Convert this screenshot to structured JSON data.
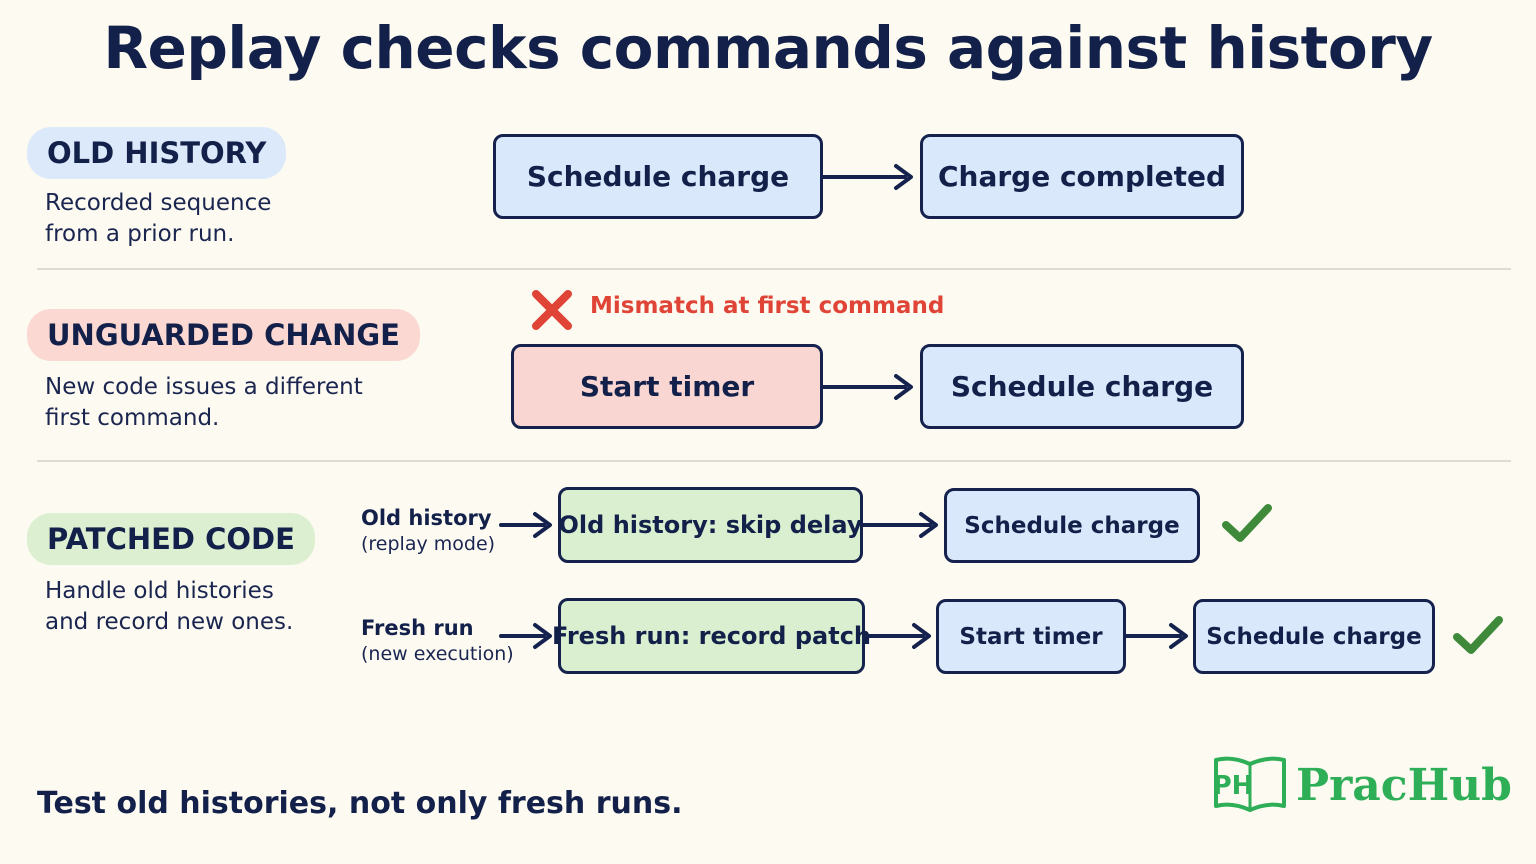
{
  "title": "Replay checks commands against history",
  "sections": {
    "old_history": {
      "label": "OLD HISTORY",
      "desc_line1": "Recorded sequence",
      "desc_line2": "from a prior run.",
      "steps": [
        "Schedule charge",
        "Charge completed"
      ]
    },
    "unguarded": {
      "label": "UNGUARDED CHANGE",
      "desc_line1": "New code issues a different",
      "desc_line2": "first command.",
      "mismatch": "Mismatch at first command",
      "steps": [
        "Start timer",
        "Schedule charge"
      ]
    },
    "patched": {
      "label": "PATCHED CODE",
      "desc_line1": "Handle old histories",
      "desc_line2": "and record new ones.",
      "rows": [
        {
          "label": "Old history",
          "sublabel": "(replay mode)",
          "steps": [
            "Old history: skip delay",
            "Schedule charge"
          ]
        },
        {
          "label": "Fresh run",
          "sublabel": "(new execution)",
          "steps": [
            "Fresh run: record patch",
            "Start timer",
            "Schedule charge"
          ]
        }
      ]
    }
  },
  "footer": "Test old histories, not only fresh runs.",
  "logo": {
    "text": "PracHub",
    "mark": "PH"
  },
  "colors": {
    "navy": "#12204a",
    "blue_box": "#d9e8fb",
    "red_box": "#fad6d2",
    "green_box": "#d9efcf",
    "pill_blue": "#dbe9fb",
    "pill_red": "#fbd8d2",
    "pill_green": "#dcefd0",
    "mismatch_red": "#e04437",
    "check_green": "#3e8a3a",
    "brand_green": "#2eae56"
  }
}
